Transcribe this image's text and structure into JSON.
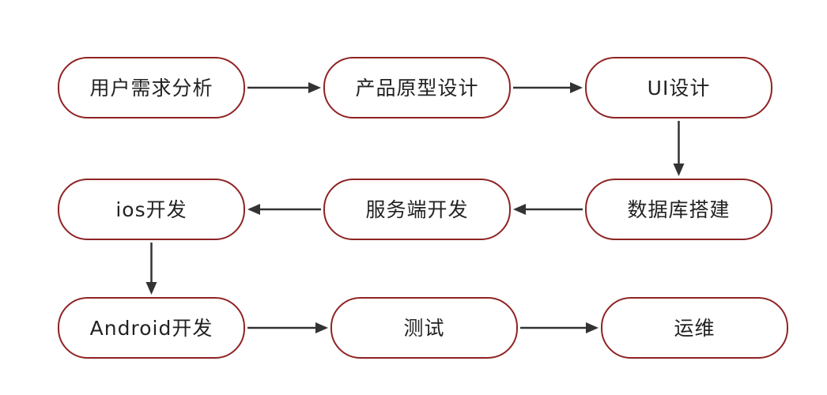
{
  "diagram": {
    "colors": {
      "node_border": "#8f2323",
      "arrow": "#333333",
      "text": "#222222",
      "background": "#ffffff"
    },
    "nodes": [
      {
        "id": "n1",
        "label": "用户需求分析"
      },
      {
        "id": "n2",
        "label": "产品原型设计"
      },
      {
        "id": "n3",
        "label": "UI设计"
      },
      {
        "id": "n4",
        "label": "数据库搭建"
      },
      {
        "id": "n5",
        "label": "服务端开发"
      },
      {
        "id": "n6",
        "label": "ios开发"
      },
      {
        "id": "n7",
        "label": "Android开发"
      },
      {
        "id": "n8",
        "label": "测试"
      },
      {
        "id": "n9",
        "label": "运维"
      }
    ],
    "edges": [
      {
        "from": "n1",
        "to": "n2"
      },
      {
        "from": "n2",
        "to": "n3"
      },
      {
        "from": "n3",
        "to": "n4"
      },
      {
        "from": "n4",
        "to": "n5"
      },
      {
        "from": "n5",
        "to": "n6"
      },
      {
        "from": "n6",
        "to": "n7"
      },
      {
        "from": "n7",
        "to": "n8"
      },
      {
        "from": "n8",
        "to": "n9"
      }
    ]
  }
}
